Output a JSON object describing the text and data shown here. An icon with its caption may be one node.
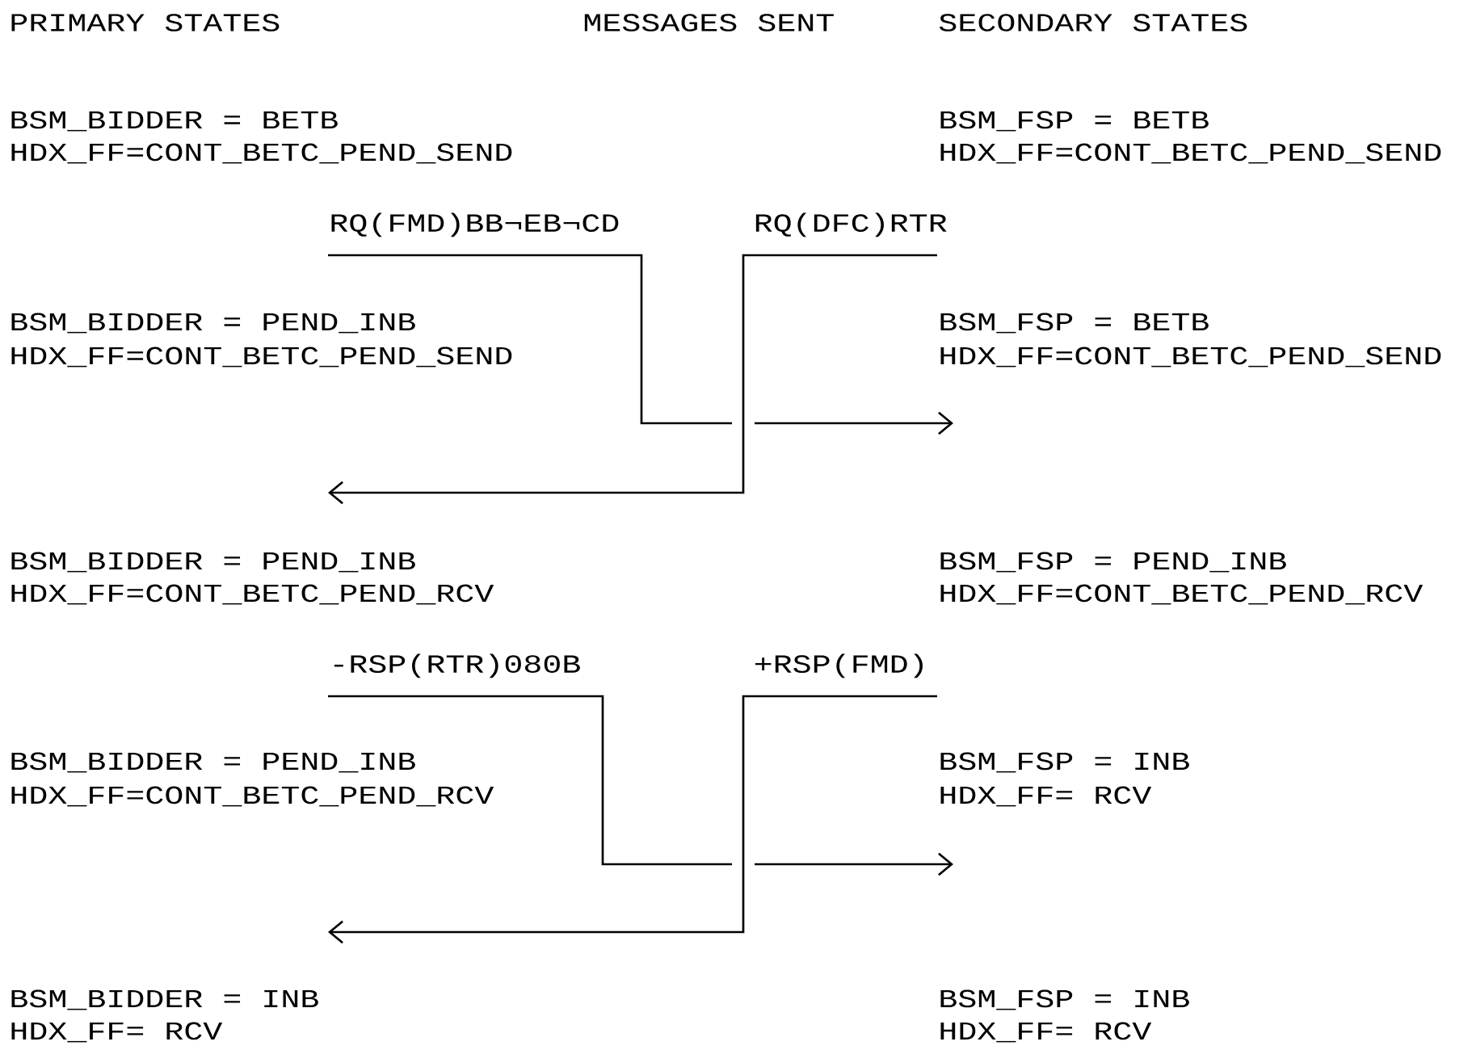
{
  "diagram": {
    "nodes": [
      {
        "text": [
          "RQ(FMD)BB¬EB¬CD"
        ]
      },
      {
        "text": [
          "RQ(DFC)RTR"
        ]
      },
      {
        "text": [
          "-RSP(RTR)080B"
        ]
      },
      {
        "text": [
          "+RSP(FMD)"
        ]
      }
    ],
    "edges": [
      {
        "from": 0,
        "to": null,
        "arrow": "to"
      },
      {
        "from": 1,
        "to": null,
        "arrow": "to"
      },
      {
        "from": 2,
        "to": null,
        "arrow": "to"
      },
      {
        "from": 3,
        "to": null,
        "arrow": "to"
      }
    ],
    "labels": [
      "PRIMARY STATES",
      "MESSAGES SENT",
      "SECONDARY STATES",
      "BSM_BIDDER = BETB",
      "BSM_FSP = BETB",
      "HDX_FF=CONT_BETC_PEND_SEND",
      "HDX_FF=CONT_BETC_PEND_SEND",
      "BSM_BIDDER = PEND_INB",
      "BSM_FSP = BETB",
      "HDX_FF=CONT_BETC_PEND_SEND",
      "HDX_FF=CONT_BETC_PEND_SEND",
      "BSM_BIDDER = PEND_INB",
      "BSM_FSP = PEND_INB",
      "HDX_FF=CONT_BETC_PEND_RCV",
      "HDX_FF=CONT_BETC_PEND_RCV",
      "BSM_BIDDER = PEND_INB",
      "BSM_FSP = INB",
      "HDX_FF=CONT_BETC_PEND_RCV",
      "HDX_FF= RCV",
      "BSM_BIDDER = INB",
      "BSM_FSP = INB",
      "HDX_FF= RCV",
      "HDX_FF= RCV"
    ]
  }
}
